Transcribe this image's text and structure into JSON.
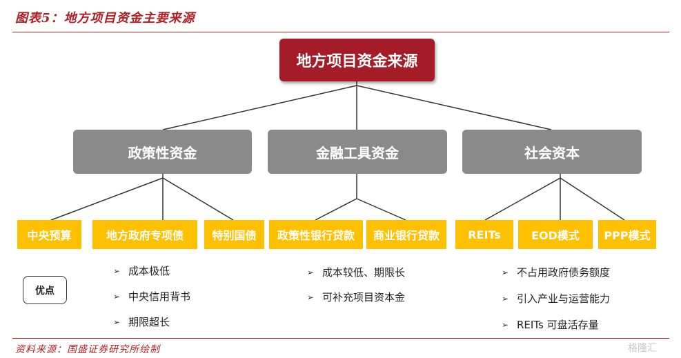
{
  "figure_title": "图表5：地方项目资金主要来源",
  "root": "地方项目资金来源",
  "categories": [
    {
      "label": "政策性资金",
      "sources": [
        "中央预算",
        "地方政府专项债",
        "特别国债"
      ],
      "advantages": [
        "成本极低",
        "中央信用背书",
        "期限超长"
      ]
    },
    {
      "label": "金融工具资金",
      "sources": [
        "政策性银行贷款",
        "商业银行贷款"
      ],
      "advantages": [
        "成本较低、期限长",
        "可补充项目资本金"
      ]
    },
    {
      "label": "社会资本",
      "sources": [
        "REITs",
        "EOD模式",
        "PPP模式"
      ],
      "advantages": [
        "不占用政府债务额度",
        "引入产业与运营能力",
        "REITs 可盘活存量"
      ]
    }
  ],
  "advantages_label": "优点",
  "bullet_icon": "arrowhead-bullet-icon",
  "source_note": "资料来源：国盛证券研究所绘制",
  "watermark": "格隆汇",
  "colors": {
    "accent": "#b01f24",
    "root": "#a31c27",
    "category": "#8a8a8a",
    "source": "#ffc000"
  }
}
